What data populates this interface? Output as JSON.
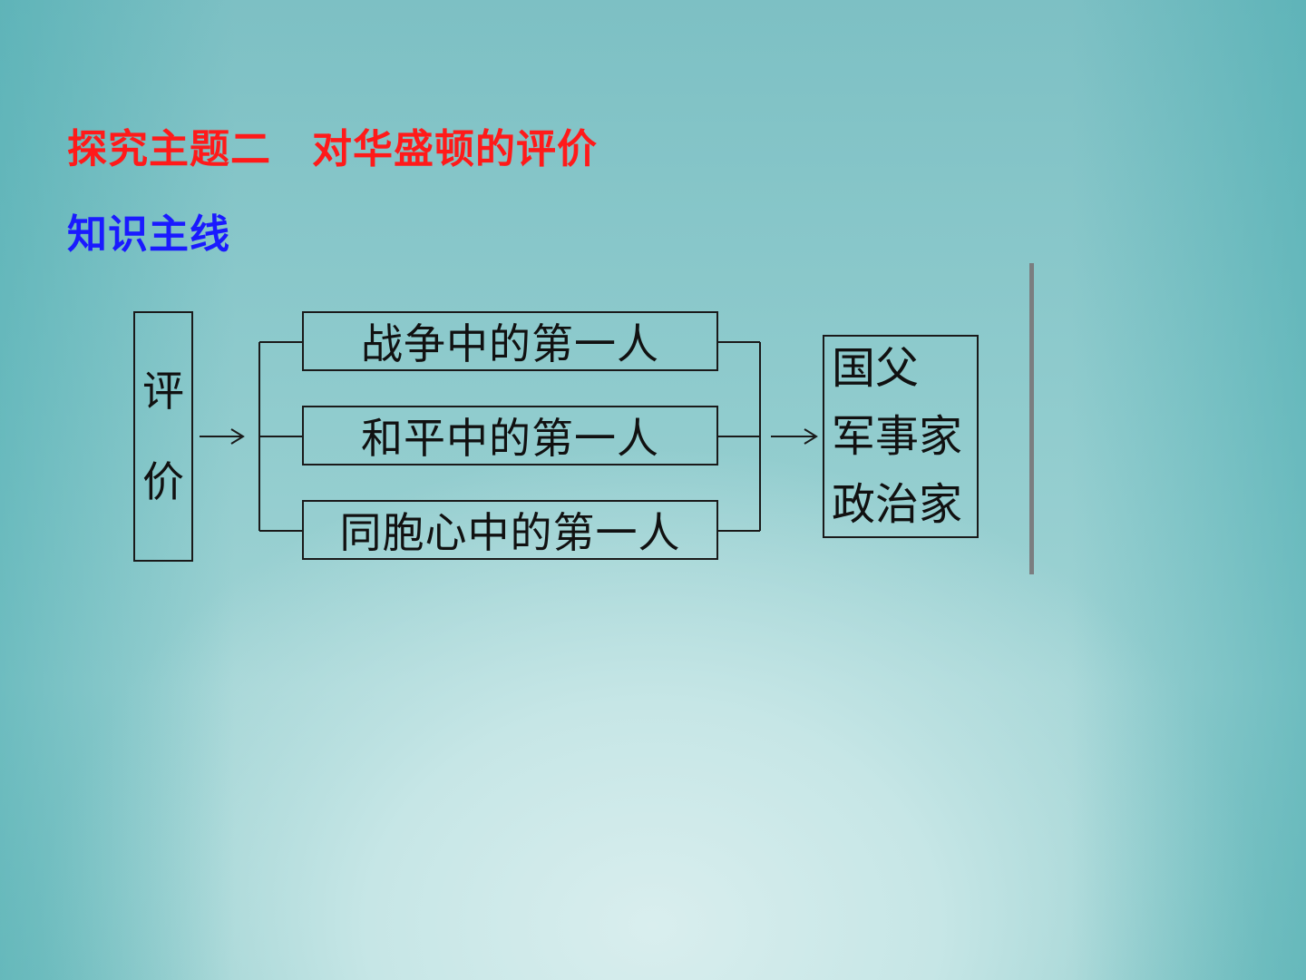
{
  "title": "探究主题二　对华盛顿的评价",
  "subtitle": "知识主线",
  "diagram": {
    "source": [
      "评",
      "价"
    ],
    "items": [
      "战争中的第一人",
      "和平中的第一人",
      "同胞心中的第一人"
    ],
    "result": [
      "国父",
      "军事家",
      "政治家"
    ]
  },
  "colors": {
    "title": "#ff1a1a",
    "subtitle": "#1a1aff",
    "line": "#1a1a1a",
    "divider": "#7b7e80"
  }
}
